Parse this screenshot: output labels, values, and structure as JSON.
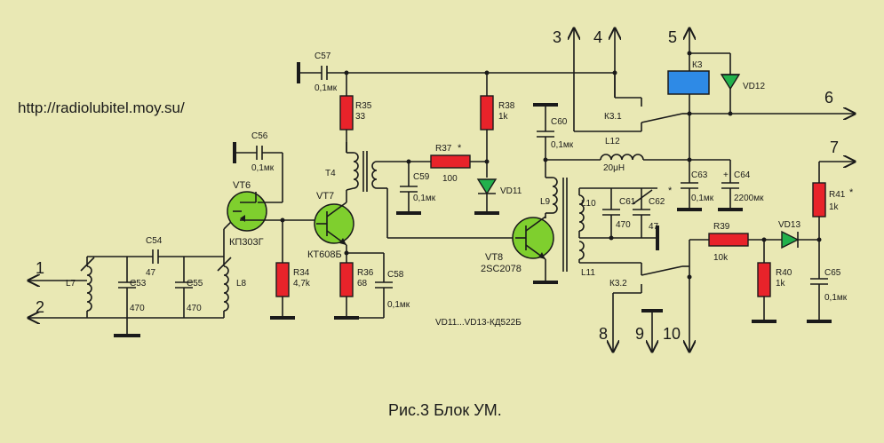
{
  "url": "http://radiolubitel.moy.su/",
  "caption": "Рис.3  Блок УМ.",
  "note": "VD11...VD13-КД522Б",
  "terminals": [
    "1",
    "2",
    "3",
    "4",
    "5",
    "6",
    "7",
    "8",
    "9",
    "10"
  ],
  "parts": {
    "C57": {
      "ref": "C57",
      "val": "0,1мк"
    },
    "C56": {
      "ref": "C56",
      "val": "0,1мк"
    },
    "R35": {
      "ref": "R35",
      "val": "33"
    },
    "R38": {
      "ref": "R38",
      "val": "1k"
    },
    "R37": {
      "ref": "R37",
      "val": "100"
    },
    "C59": {
      "ref": "C59",
      "val": "0,1мк"
    },
    "VD11": {
      "ref": "VD11"
    },
    "T4": {
      "ref": "T4"
    },
    "VT6": {
      "ref": "VT6",
      "val": "КП303Г"
    },
    "VT7": {
      "ref": "VT7",
      "val": "КТ608Б"
    },
    "VT8": {
      "ref": "VT8",
      "val": "2SC2078"
    },
    "C54": {
      "ref": "C54",
      "val": "47"
    },
    "C53": {
      "ref": "C53",
      "val": "470"
    },
    "C55": {
      "ref": "C55",
      "val": "470"
    },
    "L7": {
      "ref": "L7"
    },
    "L8": {
      "ref": "L8"
    },
    "R34": {
      "ref": "R34",
      "val": "4,7k"
    },
    "R36": {
      "ref": "R36",
      "val": "68"
    },
    "C58": {
      "ref": "C58",
      "val": "0,1мк"
    },
    "C60": {
      "ref": "C60",
      "val": "0,1мк"
    },
    "L12": {
      "ref": "L12",
      "val": "20μH"
    },
    "L9": {
      "ref": "L9"
    },
    "L10": {
      "ref": "L10"
    },
    "L11": {
      "ref": "L11"
    },
    "C61": {
      "ref": "C61",
      "val": "470"
    },
    "C62": {
      "ref": "C62",
      "val": "47"
    },
    "C63": {
      "ref": "C63",
      "val": "0,1мк"
    },
    "C64": {
      "ref": "C64",
      "val": "2200мк"
    },
    "K3": {
      "ref": "К3"
    },
    "K3_1": {
      "ref": "К3.1"
    },
    "K3_2": {
      "ref": "К3.2"
    },
    "VD12": {
      "ref": "VD12"
    },
    "R39": {
      "ref": "R39",
      "val": "10k"
    },
    "R40": {
      "ref": "R40",
      "val": "1k"
    },
    "VD13": {
      "ref": "VD13"
    },
    "R41": {
      "ref": "R41",
      "val": "1k"
    },
    "C65": {
      "ref": "C65",
      "val": "0,1мк"
    }
  },
  "colors": {
    "background": "#e9e8b4",
    "resistor": "#e8232a",
    "transistor": "#7fcf2e",
    "diode": "#22b14c",
    "relay": "#2e8ae6"
  }
}
